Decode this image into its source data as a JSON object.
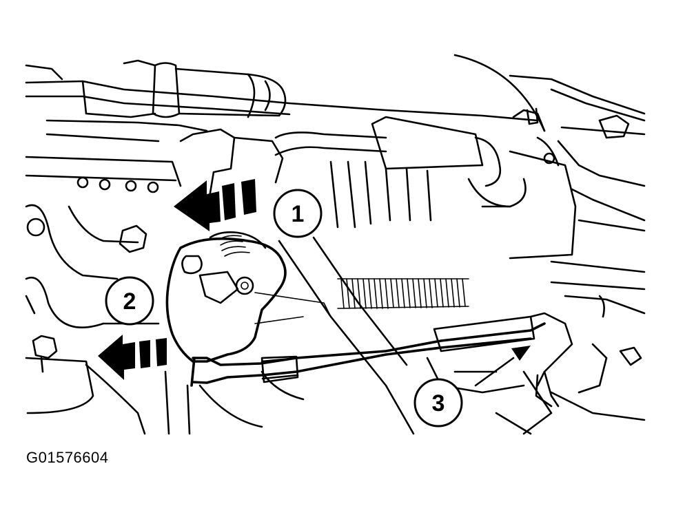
{
  "figure_id": "G01576604",
  "callouts": [
    {
      "number": "1"
    },
    {
      "number": "2"
    },
    {
      "number": "3"
    }
  ]
}
